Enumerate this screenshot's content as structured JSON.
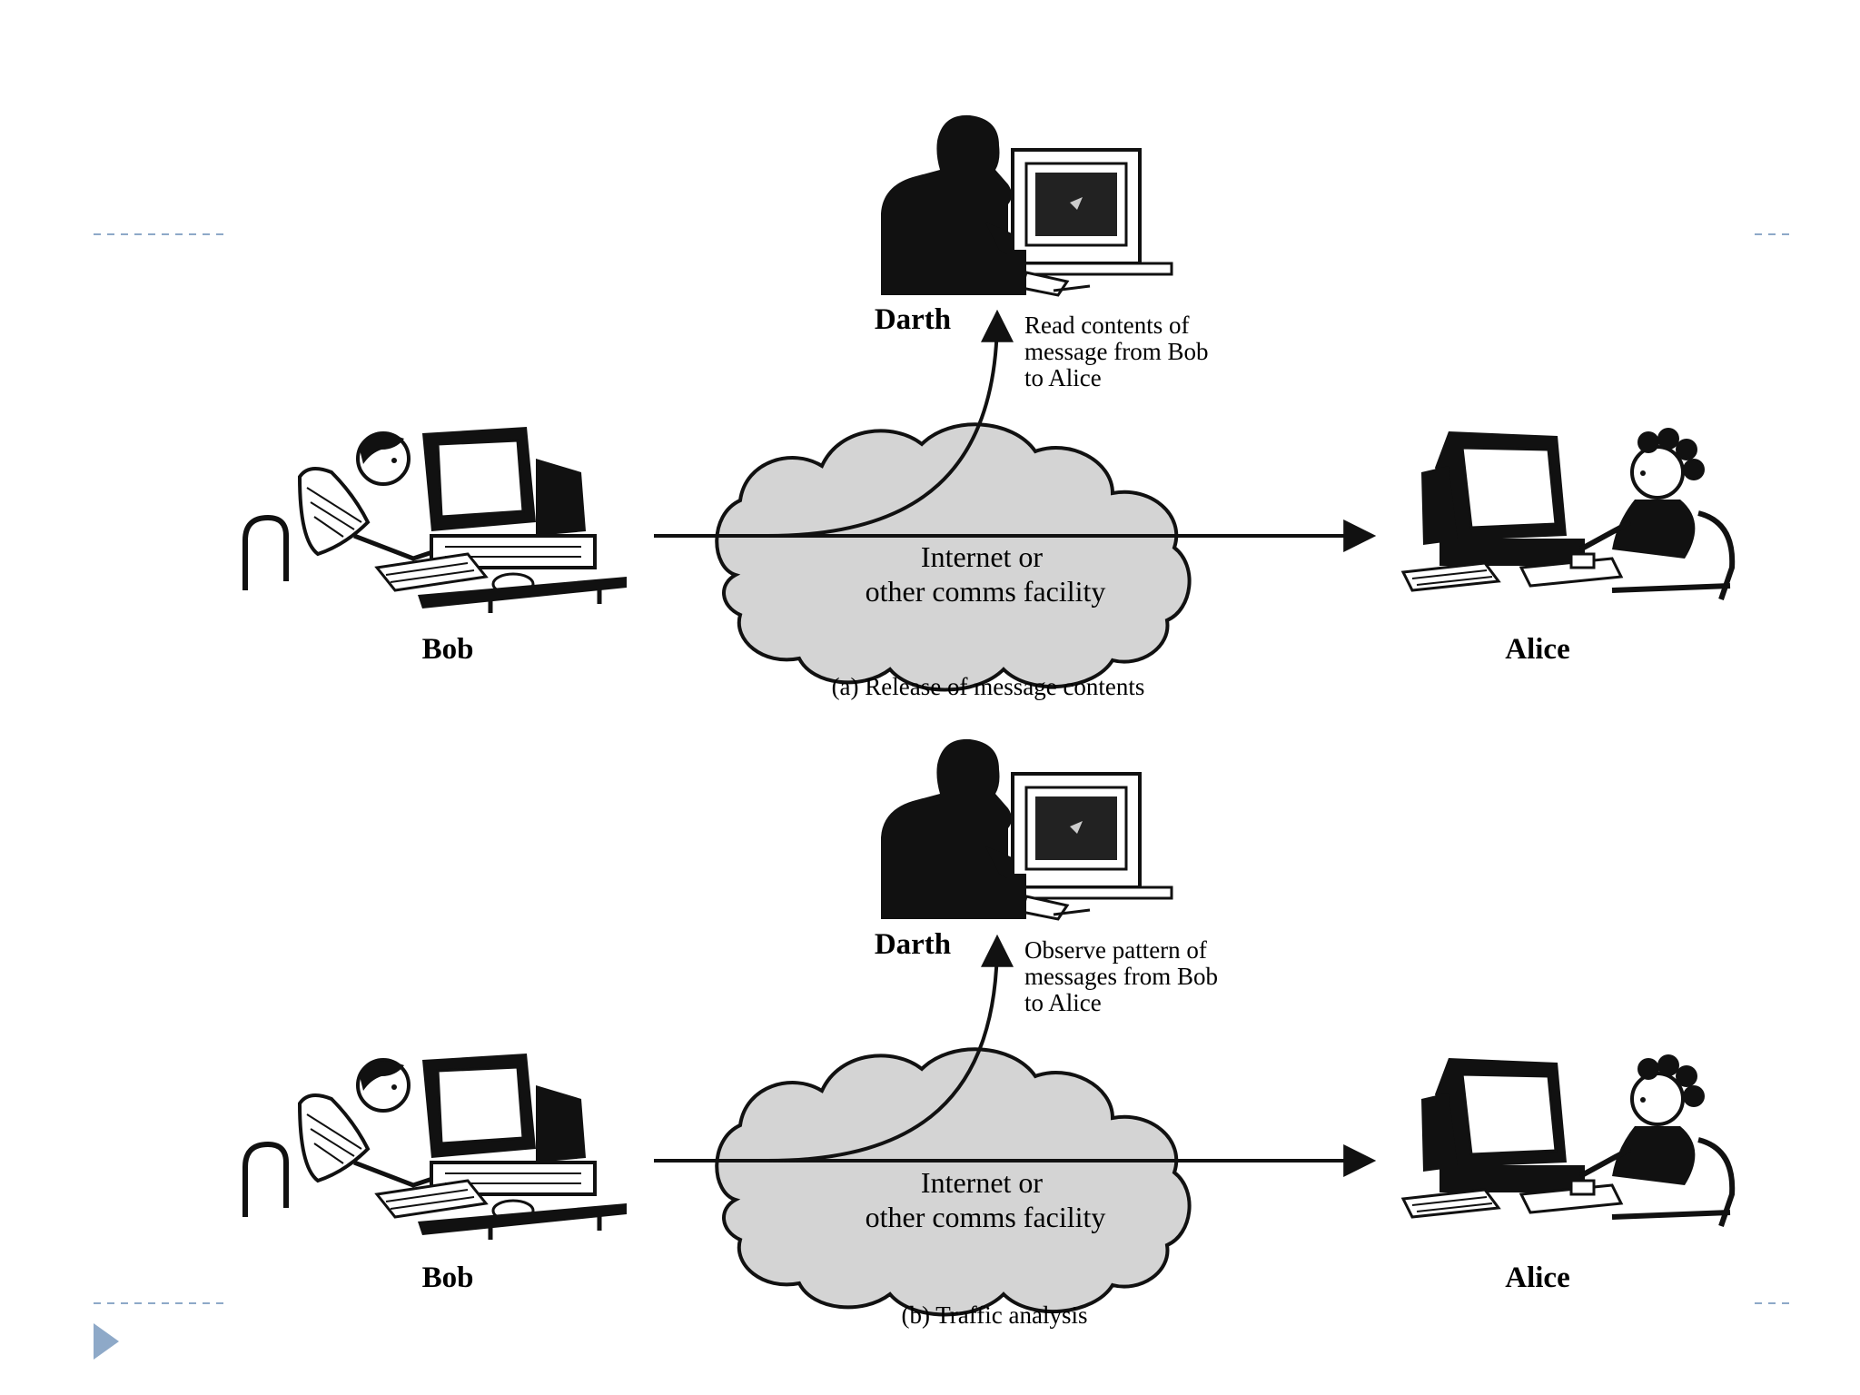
{
  "slide": {
    "accent_color": "#8EA9C8",
    "nav_icon": "play-triangle-icon"
  },
  "panels": [
    {
      "caption": "(a) Release of message contents",
      "sender": "Bob",
      "receiver": "Alice",
      "attacker": "Darth",
      "annotation_lines": [
        "Read contents of",
        "message from Bob",
        "to Alice"
      ],
      "cloud_lines": [
        "Internet or",
        "other comms facility"
      ]
    },
    {
      "caption": "(b) Traffic analysis",
      "sender": "Bob",
      "receiver": "Alice",
      "attacker": "Darth",
      "annotation_lines": [
        "Observe pattern of",
        "messages from Bob",
        "to Alice"
      ],
      "cloud_lines": [
        "Internet or",
        "other comms facility"
      ]
    }
  ]
}
